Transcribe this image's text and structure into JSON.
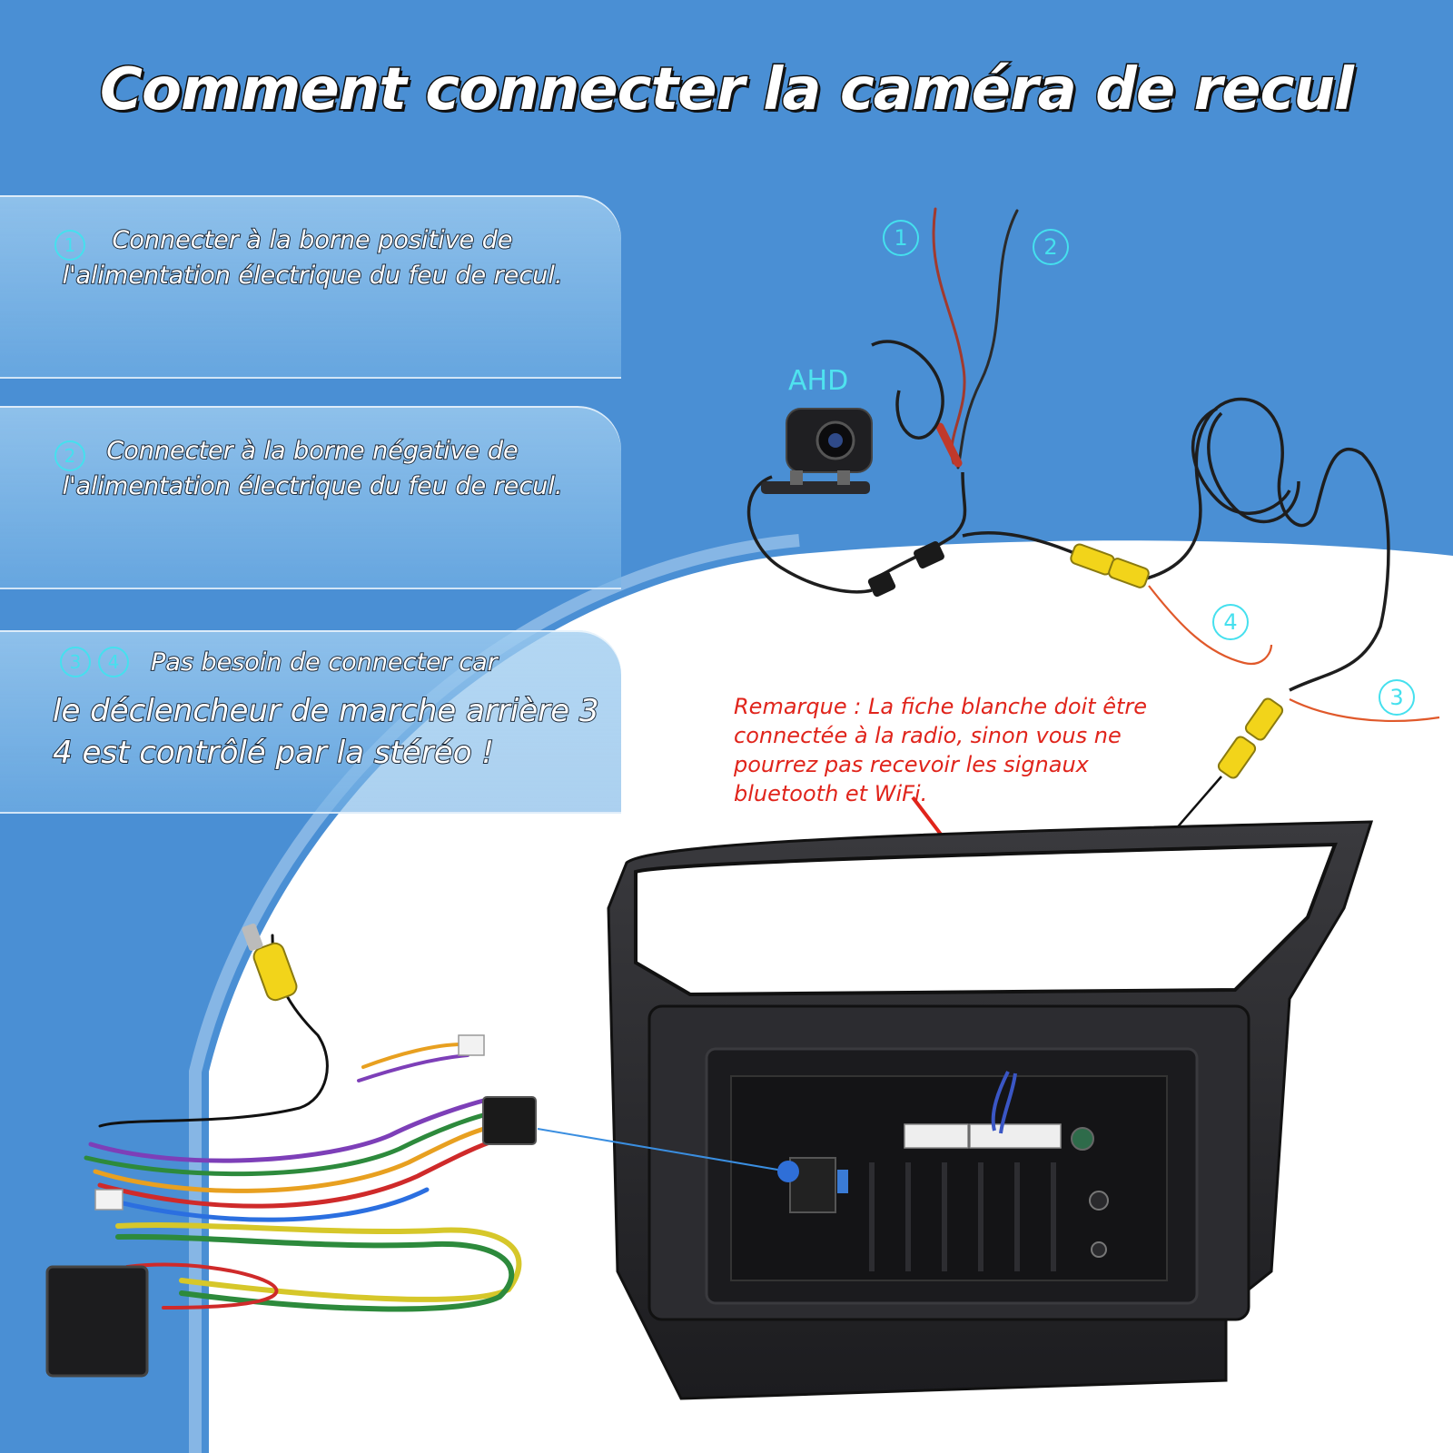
{
  "title": "Comment connecter la caméra de recul",
  "colors": {
    "background_blue": "#4a8fd4",
    "title_fill": "#ffffff",
    "title_stroke": "#111111",
    "number_cyan": "#45e0ee",
    "note_red": "#e0241b",
    "rca_yellow": "#f2d41a",
    "power_red": "#c0392b"
  },
  "steps": [
    {
      "marker": "1",
      "text": "Connecter à la borne positive de l'alimentation électrique du feu de recul."
    },
    {
      "marker": "2",
      "text": "Connecter à la borne négative de l'alimentation électrique du feu de recul."
    }
  ],
  "step3": {
    "markers": [
      "3",
      "4"
    ],
    "line1": "Pas besoin de connecter car",
    "line2": "le déclencheur de marche arrière 3 4 est contrôlé par la stéréo !"
  },
  "diagram": {
    "camera_label": "AHD",
    "wire_markers": [
      "1",
      "2",
      "4",
      "3"
    ],
    "icons": [
      "backup-camera-icon",
      "rca-connector-icon",
      "wiring-harness-icon",
      "radio-frame-icon"
    ]
  },
  "note": "Remarque : La fiche blanche doit être connectée à la radio, sinon vous ne pourrez pas recevoir les signaux bluetooth et WiFi."
}
